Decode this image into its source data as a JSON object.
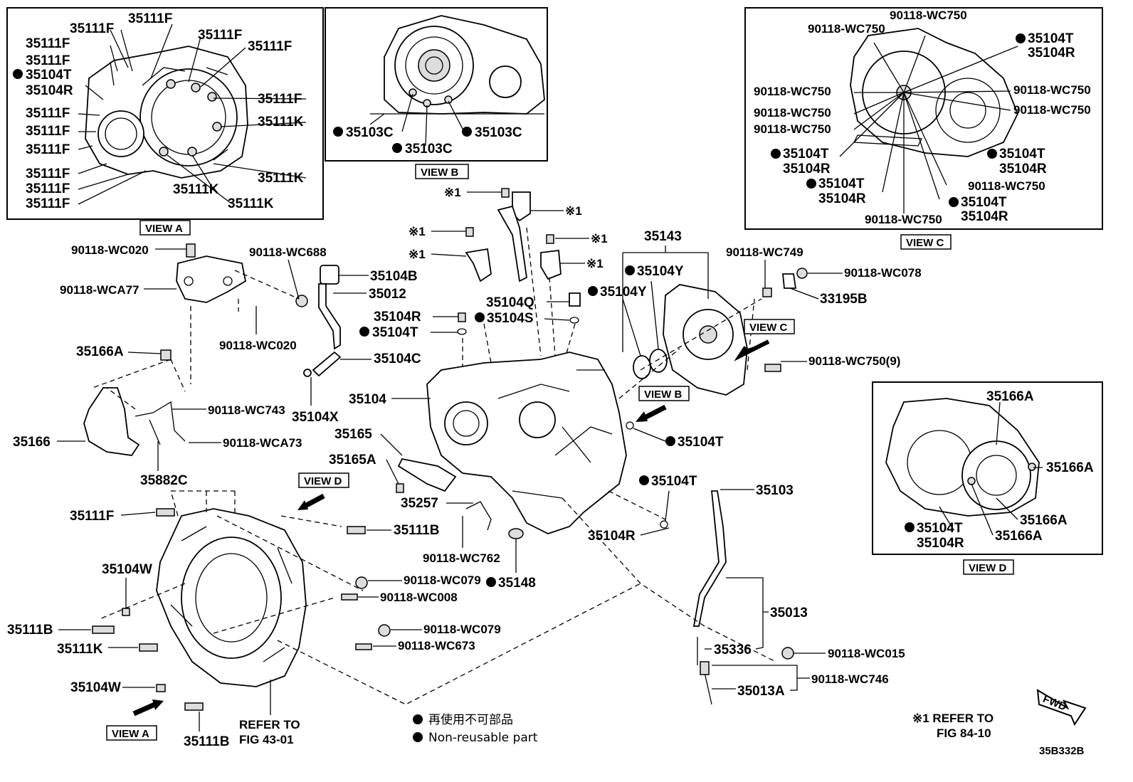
{
  "diagram_id": "35B332B",
  "views": {
    "a": "VIEW A",
    "b": "VIEW B",
    "c": "VIEW C",
    "d": "VIEW D"
  },
  "legend": {
    "jp": "再使用不可部品",
    "en": "Non-reusable part",
    "ref_mark_note_1": "※1 REFER TO",
    "ref_mark_note_2": "FIG 84-10"
  },
  "refer_fig": {
    "line1": "REFER TO",
    "line2": "FIG 43-01"
  },
  "fwd": "FWD",
  "mark": "※1",
  "parts": {
    "p35111F": "35111F",
    "p35111K": "35111K",
    "p35111B": "35111B",
    "p35104T": "35104T",
    "p35104R": "35104R",
    "p35103C": "35103C",
    "wc750": "90118-WC750",
    "wc750_9": "90118-WC750(9)",
    "wc020": "90118-WC020",
    "wca77": "90118-WCA77",
    "wc688": "90118-WC688",
    "p35104B": "35104B",
    "p35012": "35012",
    "p35104R_b": "35104R",
    "p35104S": "35104S",
    "p35104Q": "35104Q",
    "p35104C": "35104C",
    "p35104X": "35104X",
    "p35104": "35104",
    "p35143": "35143",
    "p35104Y": "35104Y",
    "wc749": "90118-WC749",
    "wc078": "90118-WC078",
    "p33195B": "33195B",
    "p35166A": "35166A",
    "p35166": "35166",
    "wc743": "90118-WC743",
    "wca73": "90118-WCA73",
    "p35882C": "35882C",
    "p35165": "35165",
    "p35165A": "35165A",
    "p35257": "35257",
    "wc762": "90118-WC762",
    "p35148": "35148",
    "p35103": "35103",
    "p35013": "35013",
    "p35336": "35336",
    "p35013A": "35013A",
    "wc015": "90118-WC015",
    "wc746": "90118-WC746",
    "p35104W": "35104W",
    "wc079": "90118-WC079",
    "wc008": "90118-WC008",
    "wc673": "90118-WC673"
  }
}
